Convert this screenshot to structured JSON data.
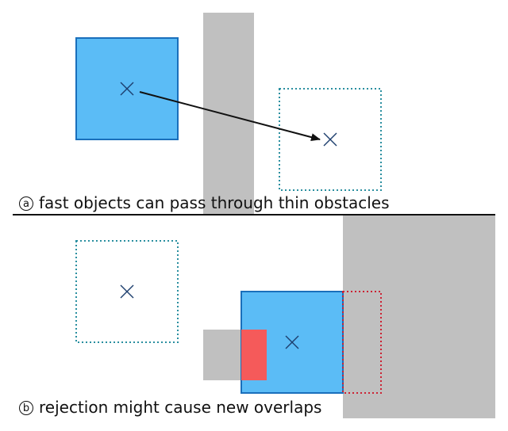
{
  "colors": {
    "object_fill": "#5bbcf6",
    "object_stroke": "#1a6fbb",
    "obstacle": "#c0c0c0",
    "overlap": "#f55a5a",
    "dotted_teal": "#2a8fa0",
    "dotted_red": "#cc2233",
    "divider": "#111111"
  },
  "panel_a": {
    "marker": "a",
    "caption": "fast objects can pass through thin obstacles"
  },
  "panel_b": {
    "marker": "b",
    "caption": "rejection might cause new overlaps"
  }
}
